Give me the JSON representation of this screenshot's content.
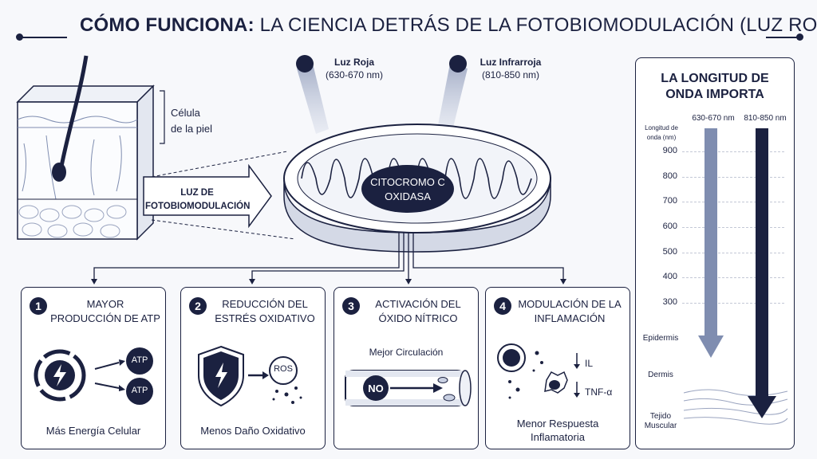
{
  "header": {
    "title_bold": "CÓMO FUNCIONA:",
    "title_rest": "LA CIENCIA DETRÁS DE LA FOTOBIOMODULACIÓN (LUZ ROJA)"
  },
  "skin": {
    "label_line1": "Célula",
    "label_line2": "de la piel",
    "arrow_line1": "LUZ DE",
    "arrow_line2": "FOTOBIOMODULACIÓN"
  },
  "light_sources": [
    {
      "name": "Luz Roja",
      "range": "(630-670 nm)"
    },
    {
      "name": "Luz Infrarroja",
      "range": "(810-850 nm)"
    }
  ],
  "mitochondria": {
    "center_line1": "CITOCROMO C",
    "center_line2": "OXIDASA"
  },
  "cards": [
    {
      "number": "1",
      "title": "Mayor Producción de ATP",
      "footer": "Más Energía Celular",
      "badge1": "ATP",
      "badge2": "ATP"
    },
    {
      "number": "2",
      "title": "Reducción del Estrés Oxidativo",
      "footer": "Menos Daño Oxidativo",
      "badge1": "ROS"
    },
    {
      "number": "3",
      "title": "Activación del Óxido Nítrico",
      "subtitle": "Mejor Circulación",
      "footer": "",
      "badge1": "NO"
    },
    {
      "number": "4",
      "title": "Modulación de la Inflamación",
      "footer": "Menor Respuesta Inflamatoria",
      "marker1": "IL",
      "marker2": "TNF-α"
    }
  ],
  "wavelength": {
    "title": "La Longitud de Onda Importa",
    "axis_label": "Longitud de onda (nm)",
    "ticks": [
      "900",
      "800",
      "700",
      "600",
      "500",
      "400",
      "300"
    ],
    "col1": "630-670 nm",
    "col2": "810-850 nm",
    "layers": [
      "Epidermis",
      "Dermis",
      "Tejido Muscular"
    ]
  },
  "colors": {
    "navy": "#1b2140",
    "steel": "#7f8db0",
    "light": "#eef1f7"
  }
}
